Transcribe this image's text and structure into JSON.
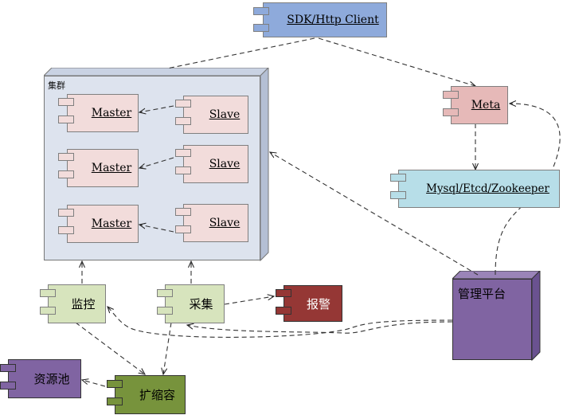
{
  "colors": {
    "client": "#8eaadb",
    "meta": "#e6b9b8",
    "storage": "#b7dee8",
    "master": "#f2dcdb",
    "slave": "#f2dcdb",
    "cluster": "#dde3ee",
    "monitor": "#d7e4bd",
    "collect": "#d7e4bd",
    "alarm": "#953735",
    "pool": "#8064a2",
    "scale": "#77933c",
    "platform": "#8064a2"
  },
  "nodes": {
    "client": "SDK/Http Client",
    "meta": "Meta",
    "storage": "Mysql/Etcd/Zookeeper",
    "cluster_title": "集群",
    "masters": [
      "Master",
      "Master",
      "Master"
    ],
    "slaves": [
      "Slave",
      "Slave",
      "Slave"
    ],
    "monitor": "监控",
    "collect": "采集",
    "alarm": "报警",
    "pool": "资源池",
    "scale": "扩缩容",
    "platform": "管理平台"
  }
}
